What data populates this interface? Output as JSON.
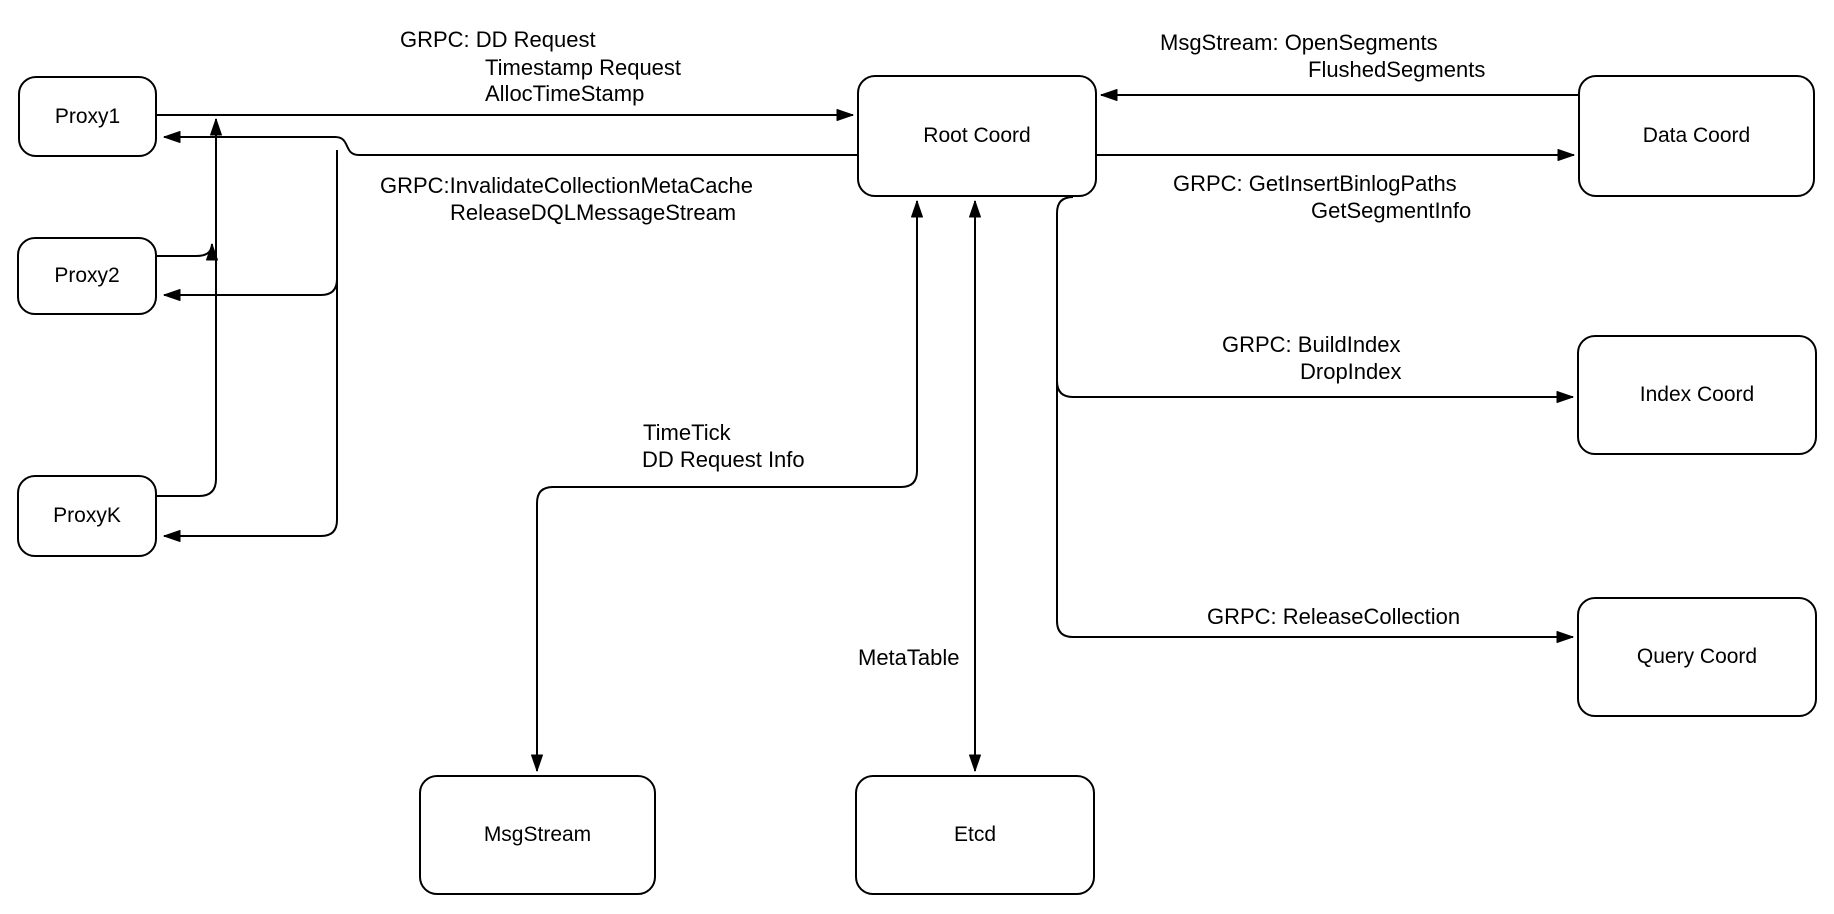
{
  "canvas": {
    "background_color": "#ffffff",
    "stroke_color": "#000000",
    "text_color": "#000000"
  },
  "nodes": {
    "proxy1": {
      "label": "Proxy1"
    },
    "proxy2": {
      "label": "Proxy2"
    },
    "proxyk": {
      "label": "ProxyK"
    },
    "root_coord": {
      "label": "Root Coord"
    },
    "data_coord": {
      "label": "Data Coord"
    },
    "index_coord": {
      "label": "Index Coord"
    },
    "query_coord": {
      "label": "Query Coord"
    },
    "msgstream": {
      "label": "MsgStream"
    },
    "etcd": {
      "label": "Etcd"
    }
  },
  "edge_labels": {
    "proxy_to_root": {
      "line1": "GRPC: DD Request",
      "line2": "Timestamp Request",
      "line3": "AllocTimeStamp"
    },
    "root_to_proxy": {
      "line1": "GRPC:InvalidateCollectionMetaCache",
      "line2": "ReleaseDQLMessageStream"
    },
    "data_to_root": {
      "line1": "MsgStream: OpenSegments",
      "line2": "FlushedSegments"
    },
    "root_to_data": {
      "line1": "GRPC: GetInsertBinlogPaths",
      "line2": "GetSegmentInfo"
    },
    "root_to_index": {
      "line1": "GRPC: BuildIndex",
      "line2": "DropIndex"
    },
    "root_to_query": {
      "line1": "GRPC: ReleaseCollection"
    },
    "root_to_msgstream": {
      "line1": "TimeTick",
      "line2": "DD Request Info"
    },
    "root_to_etcd": {
      "line1": "MetaTable"
    }
  }
}
